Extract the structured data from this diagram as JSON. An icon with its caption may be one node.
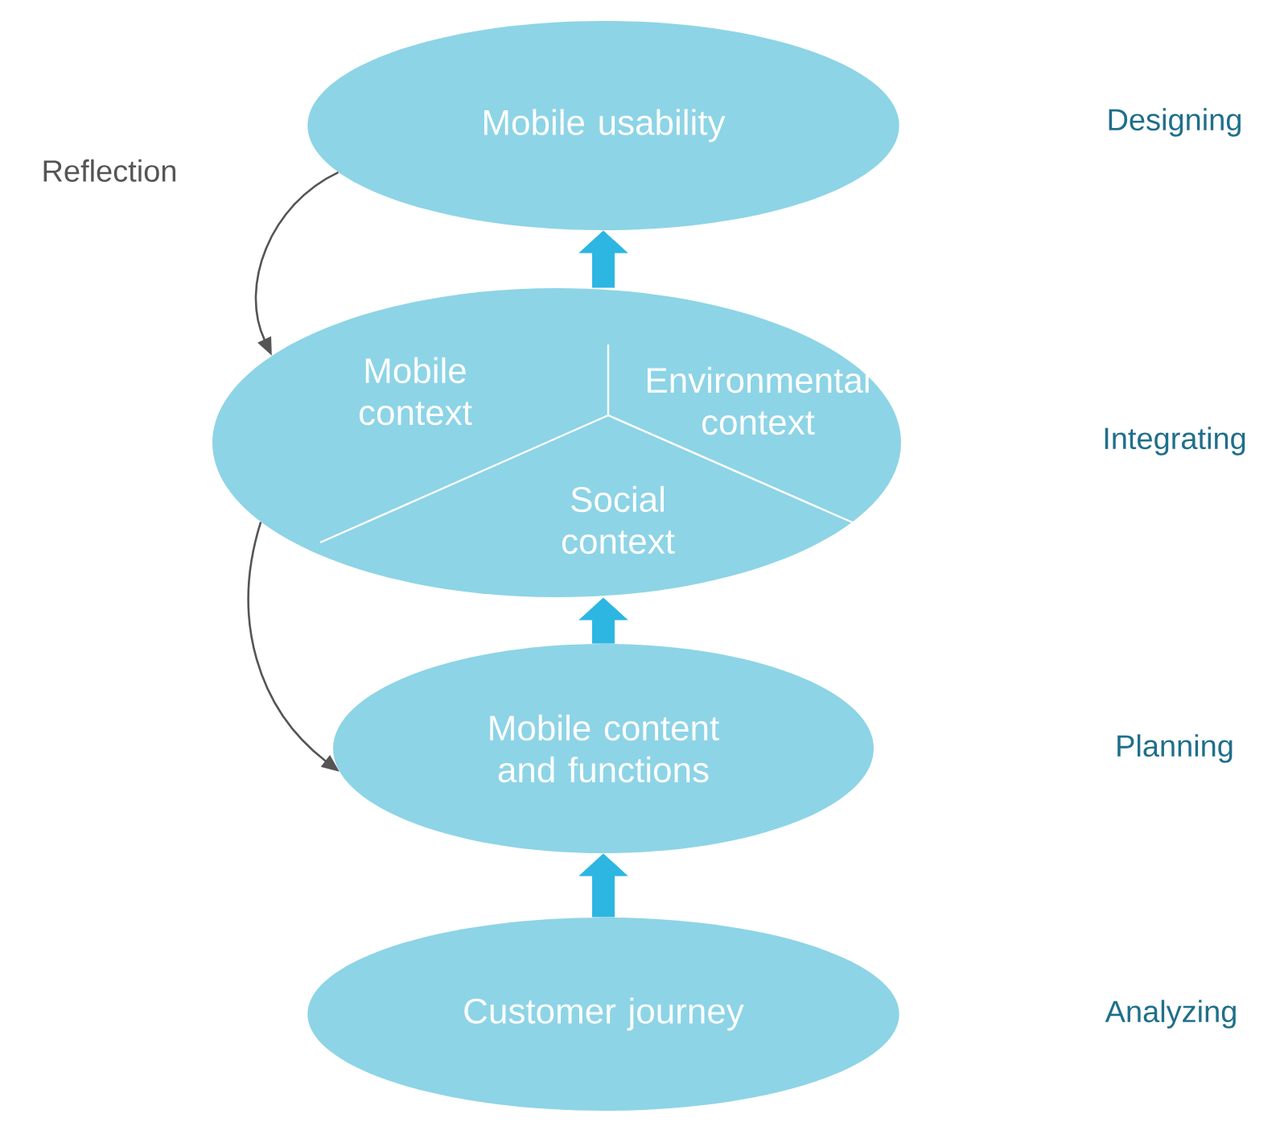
{
  "diagram": {
    "nodes": [
      {
        "text": [
          "Mobile usability"
        ]
      },
      {
        "text": [],
        "shape": "ellipse"
      },
      {
        "text": [
          "Mobile context"
        ],
        "in": 1
      },
      {
        "text": [
          "Environmental context"
        ],
        "in": 1
      },
      {
        "text": [
          "Social context"
        ],
        "in": 1
      },
      {
        "text": [
          "Mobile content and functions"
        ]
      },
      {
        "text": [
          "Customer journey"
        ]
      }
    ],
    "edges": [
      {
        "from": 0,
        "to": 1,
        "arrow": "to",
        "label": "Reflection",
        "color": "#555555"
      },
      {
        "from": 1,
        "to": 5,
        "arrow": "to",
        "color": "#555555"
      },
      {
        "from": 6,
        "to": 5,
        "arrow": "to"
      },
      {
        "from": 5,
        "to": 1,
        "arrow": "to"
      },
      {
        "from": 1,
        "to": 0,
        "arrow": "to"
      }
    ],
    "labels": [
      "Designing",
      "Integrating",
      "Planning",
      "Analyzing"
    ]
  }
}
